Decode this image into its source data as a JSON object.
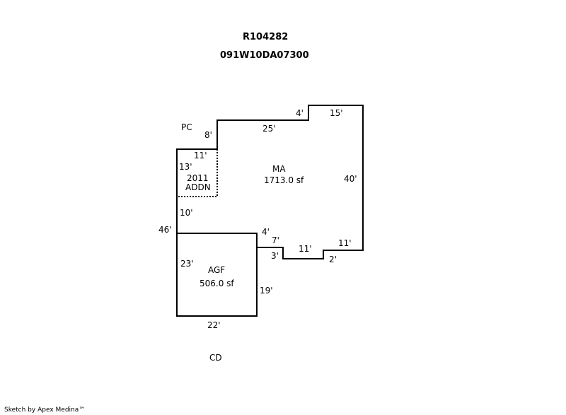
{
  "header": {
    "record_id": "R104282",
    "parcel_id": "091W10DA07300"
  },
  "areas": {
    "main": {
      "code": "MA",
      "area": "1713.0 sf"
    },
    "garage": {
      "code": "AGF",
      "area": "506.0 sf"
    },
    "addition": {
      "line1": "2011",
      "line2": "ADDN"
    },
    "porch_label": "PC",
    "deck_label": "CD"
  },
  "dimensions": {
    "top_left_short": "4'",
    "top_right": "15'",
    "top_middle": "25'",
    "left_step": "8'",
    "right_side": "40'",
    "addn_top": "11'",
    "addn_side": "13'",
    "left_mid": "10'",
    "left_total": "46'",
    "notch_4": "4'",
    "notch_7": "7'",
    "notch_3": "3'",
    "bottom_mid": "11'",
    "bottom_right": "11'",
    "bottom_step": "2'",
    "garage_left": "23'",
    "garage_right": "19'",
    "garage_bottom": "22'"
  },
  "credit": "Sketch by Apex Medina™"
}
